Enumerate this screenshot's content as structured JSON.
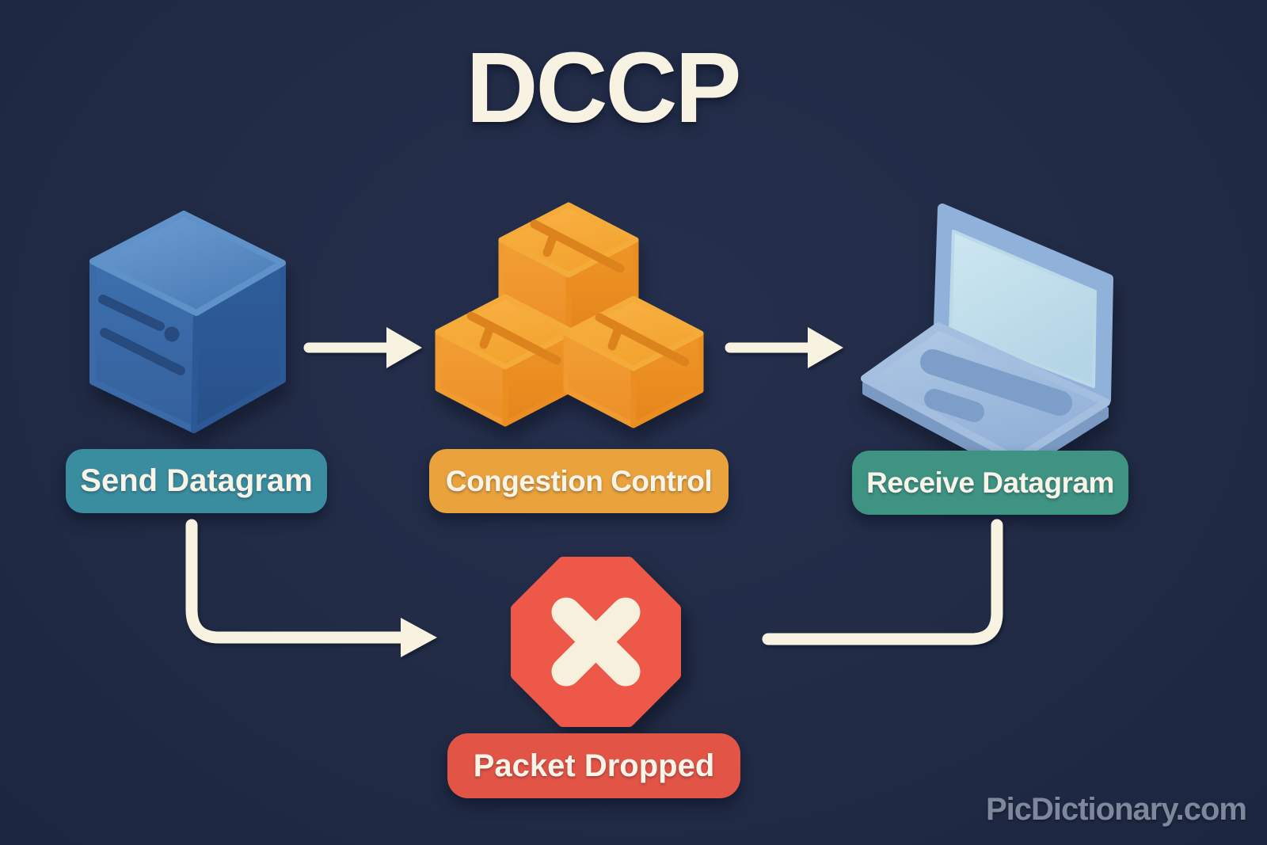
{
  "title": "DCCP",
  "watermark": "PicDictionary.com",
  "flow": {
    "send": {
      "label": "Send Datagram",
      "icon": "server-cube-icon"
    },
    "congestion": {
      "label": "Congestion Control",
      "icon": "packages-icon"
    },
    "receive": {
      "label": "Receive Datagram",
      "icon": "laptop-icon"
    },
    "dropped": {
      "label": "Packet Dropped",
      "icon": "stop-x-icon"
    }
  },
  "icons": {
    "flow_arrow": "arrow-right-icon",
    "drop_path_left": "elbow-arrow-down-right-icon",
    "drop_path_right": "elbow-line-right-up-icon"
  },
  "colors": {
    "bg": "#212b45",
    "bg_light": "#26304e",
    "title_text": "#f8f2e2",
    "connector": "#f8f2e0",
    "badge_text": "#f8f4e8",
    "badge_send_bg": "#3a8d9e",
    "badge_congestion_bg": "#e9a23c",
    "badge_receive_bg": "#3e9383",
    "badge_dropped_bg": "#e25446",
    "octagon_red": "#ee5849",
    "cube_blue": "#3b6cab",
    "box_orange": "#f3a22e",
    "laptop_blue": "#9cb9de",
    "watermark_text": "#8691a4"
  }
}
